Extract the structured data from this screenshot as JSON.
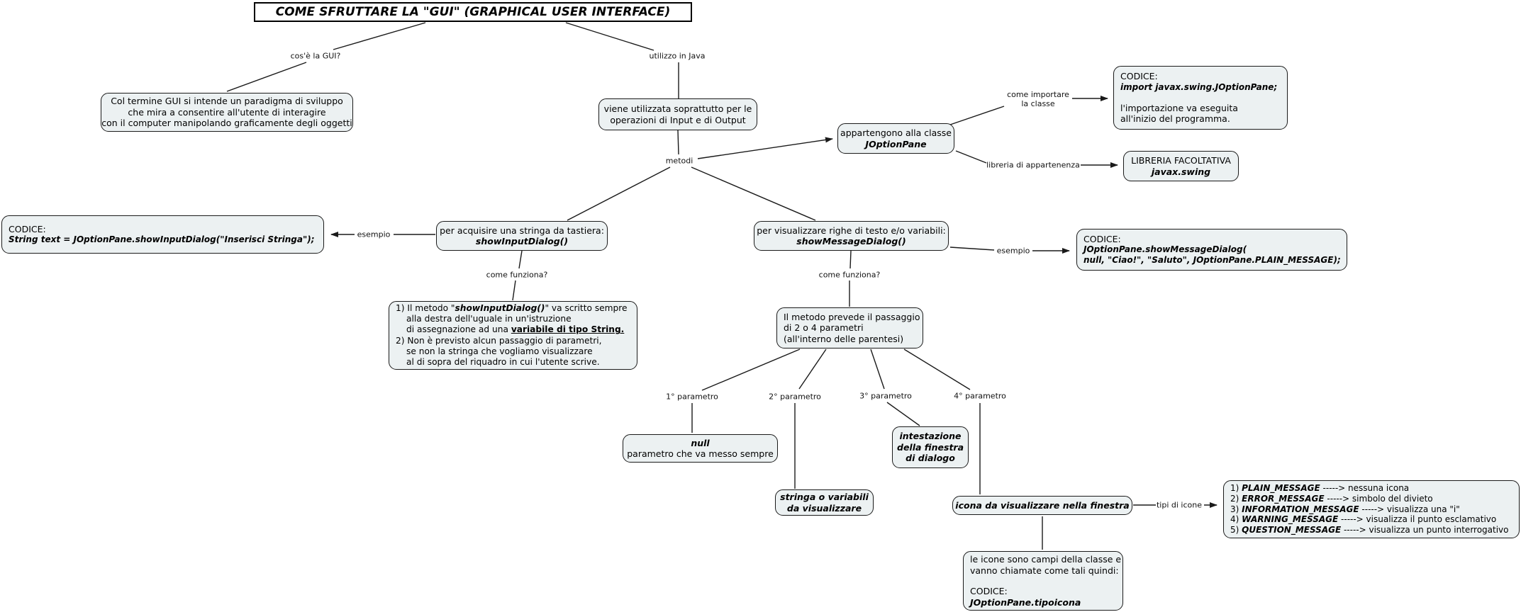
{
  "title": "COME SFRUTTARE LA \"GUI\" (GRAPHICAL USER INTERFACE)",
  "colors": {
    "box_fill": "#ecf1f2",
    "box_border": "#1a1a1a",
    "line": "#1a1a1a",
    "background": "#ffffff"
  },
  "labels": {
    "cose_la_gui": "cos'è la GUI?",
    "utilizzo_in_java": "utilizzo in Java",
    "metodi": "metodi",
    "come_importare_1": "come importare",
    "come_importare_2": "la classe",
    "libreria_di_appartenenza": "libreria di appartenenza",
    "esempio_input": "esempio",
    "esempio_message": "esempio",
    "come_funziona_input": "come funziona?",
    "come_funziona_message": "come funziona?",
    "param1": "1° parametro",
    "param2": "2° parametro",
    "param3": "3° parametro",
    "param4": "4° parametro",
    "tipi_di_icone": "tipi di icone"
  },
  "boxes": {
    "gui_definition": {
      "line1": "Col termine GUI si intende un paradigma di sviluppo",
      "line2": "che mira a consentire all'utente di interagire",
      "line3": "con il computer manipolando graficamente degli oggetti"
    },
    "usage": {
      "line1": "viene utilizzata soprattutto per le",
      "line2": "operazioni di Input e di Output"
    },
    "joptionpane_class": {
      "line1": "appartengono alla classe",
      "code": "JOptionPane"
    },
    "code_import": {
      "heading": "CODICE:",
      "code": "import javax.swing.JOptionPane;",
      "note1": "l'importazione va eseguita",
      "note2": "all'inizio del programma."
    },
    "library": {
      "line1": "LIBRERIA FACOLTATIVA",
      "code": "javax.swing"
    },
    "show_input_dialog": {
      "line1": "per acquisire una stringa da tastiera:",
      "code": "showInputDialog()"
    },
    "code_show_input": {
      "heading": "CODICE:",
      "code": "String text = JOptionPane.showInputDialog(\"Inserisci Stringa\");"
    },
    "show_message_dialog": {
      "line1": "per visualizzare righe di testo e/o variabili:",
      "code": "showMessageDialog()"
    },
    "code_show_message": {
      "heading": "CODICE:",
      "code1": "JOptionPane.showMessageDialog(",
      "code2": "null, \"Ciao!\", \"Saluto\", JOptionPane.PLAIN_MESSAGE);"
    },
    "input_dialog_notes": {
      "l1a": "1) Il metodo \"",
      "l1b": "showInputDialog()",
      "l1c": "\" va scritto sempre",
      "l2": "alla destra dell'uguale in un'istruzione",
      "l3a": "di assegnazione ad una ",
      "l3b": "variabile di tipo String.",
      "l4": "2) Non è previsto alcun passaggio di parametri,",
      "l5": "se non la stringa che vogliamo visualizzare",
      "l6": "al di sopra del riquadro in cui l'utente scrive."
    },
    "parameters": {
      "line1": "Il metodo prevede il passaggio",
      "line2": "di 2 o 4 parametri",
      "line3": "(all'interno delle parentesi)"
    },
    "param_null": {
      "code": "null",
      "line2": "parametro che va messo sempre"
    },
    "param_string": {
      "code1": "stringa o variabili",
      "code2": "da visualizzare"
    },
    "param_title": {
      "code1": "intestazione",
      "code2": "della finestra",
      "code3": "di dialogo"
    },
    "param_icon": {
      "code": "icona da visualizzare nella finestra"
    },
    "icon_types": {
      "items": [
        {
          "num": "1) ",
          "name": "PLAIN_MESSAGE",
          "desc": " -----> nessuna icona"
        },
        {
          "num": "2) ",
          "name": "ERROR_MESSAGE",
          "desc": " -----> simbolo del divieto"
        },
        {
          "num": "3) ",
          "name": "INFORMATION_MESSAGE",
          "desc": " -----> visualizza una \"i\""
        },
        {
          "num": "4) ",
          "name": "WARNING_MESSAGE",
          "desc": " -----> visualizza il punto esclamativo"
        },
        {
          "num": "5) ",
          "name": "QUESTION_MESSAGE",
          "desc": " -----> visualizza un punto interrogativo"
        }
      ]
    },
    "icon_fields": {
      "line1": "le icone sono campi della classe e",
      "line2": "vanno chiamate come tali quindi:",
      "heading": "CODICE:",
      "code": "JOptionPane.tipoicona"
    }
  }
}
